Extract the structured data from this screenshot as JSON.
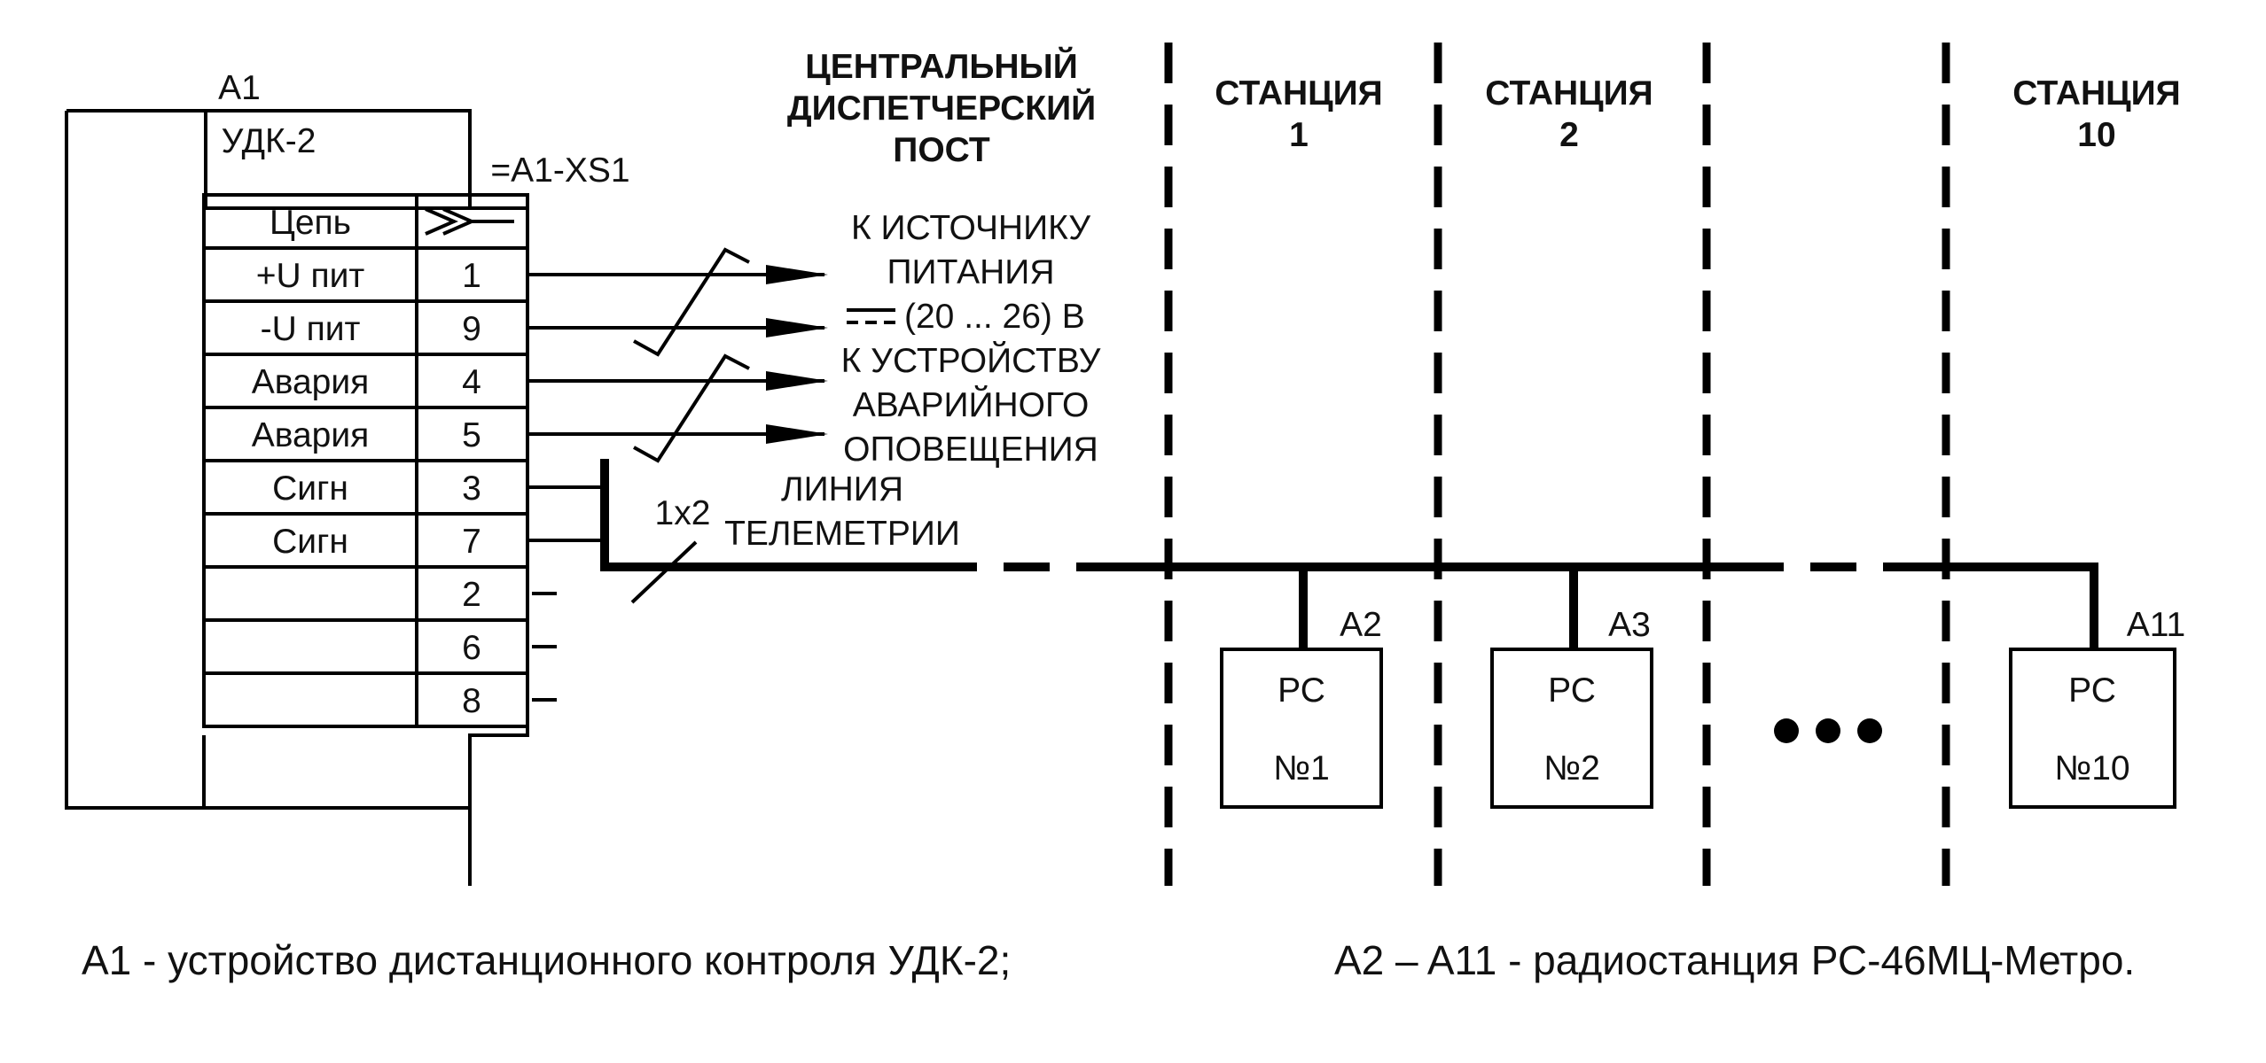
{
  "device": {
    "ref": "A1",
    "name": "УДК-2",
    "connector": "=A1-XS1",
    "table_header": {
      "circuit": "Цепь"
    },
    "rows": [
      {
        "circuit": "+U пит",
        "pin": "1"
      },
      {
        "circuit": "-U пит",
        "pin": "9"
      },
      {
        "circuit": "Авария",
        "pin": "4"
      },
      {
        "circuit": "Авария",
        "pin": "5"
      },
      {
        "circuit": "Сигн",
        "pin": "3"
      },
      {
        "circuit": "Сигн",
        "pin": "7"
      },
      {
        "circuit": "",
        "pin": "2"
      },
      {
        "circuit": "",
        "pin": "6"
      },
      {
        "circuit": "",
        "pin": "8"
      }
    ]
  },
  "central_post": {
    "line1": "ЦЕНТРАЛЬНЫЙ",
    "line2": "ДИСПЕТЧЕРСКИЙ",
    "line3": "ПОСТ"
  },
  "power": {
    "line1": "К ИСТОЧНИКУ",
    "line2": "ПИТАНИЯ",
    "dc_symbol": "---",
    "range": "(20 ... 26) В"
  },
  "alarm": {
    "line1": "К УСТРОЙСТВУ",
    "line2": "АВАРИЙНОГО",
    "line3": "ОПОВЕЩЕНИЯ"
  },
  "telemetry": {
    "pairs": "1х2",
    "line1": "ЛИНИЯ",
    "line2": "ТЕЛЕМЕТРИИ"
  },
  "stations": [
    {
      "title": "СТАНЦИЯ",
      "number": "1",
      "ref": "A2",
      "device": "РС",
      "index": "№1"
    },
    {
      "title": "СТАНЦИЯ",
      "number": "2",
      "ref": "A3",
      "device": "РС",
      "index": "№2"
    },
    {
      "title": "СТАНЦИЯ",
      "number": "10",
      "ref": "A11",
      "device": "РС",
      "index": "№10"
    }
  ],
  "legend": {
    "left": "A1 - устройство дистанционного контроля УДК-2;",
    "right": "A2 – A11 - радиостанция РС-46МЦ-Метро."
  }
}
